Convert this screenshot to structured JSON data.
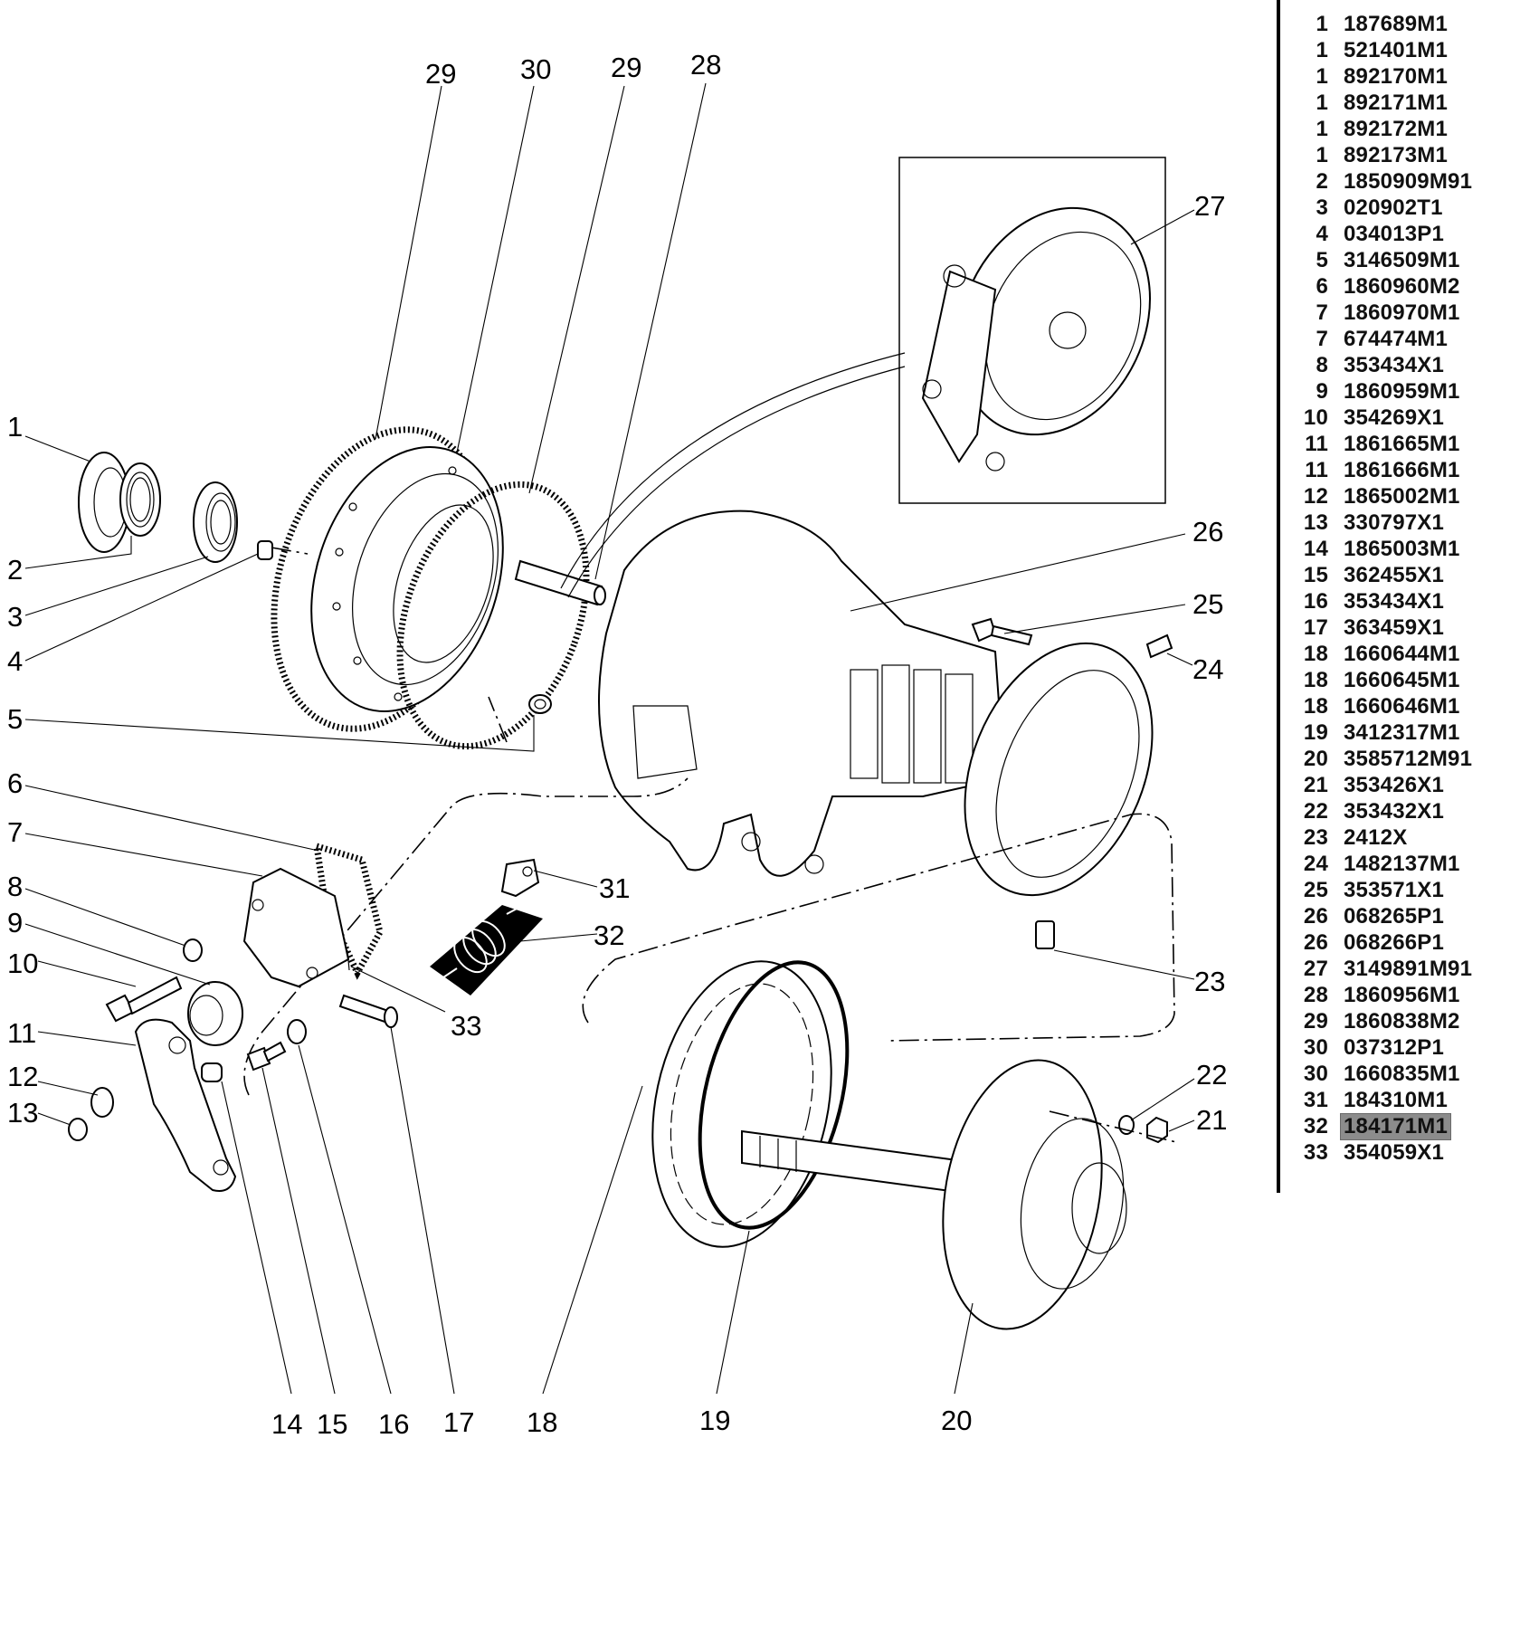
{
  "diagram": {
    "title": "Brake housing / axle assembly exploded view",
    "callouts": [
      {
        "id": "c29a",
        "label": "29"
      },
      {
        "id": "c30a",
        "label": "30"
      },
      {
        "id": "c29b",
        "label": "29"
      },
      {
        "id": "c28",
        "label": "28"
      },
      {
        "id": "c27",
        "label": "27"
      },
      {
        "id": "c26",
        "label": "26"
      },
      {
        "id": "c25",
        "label": "25"
      },
      {
        "id": "c24",
        "label": "24"
      },
      {
        "id": "c23",
        "label": "23"
      },
      {
        "id": "c22",
        "label": "22"
      },
      {
        "id": "c21",
        "label": "21"
      },
      {
        "id": "c1",
        "label": "1"
      },
      {
        "id": "c2",
        "label": "2"
      },
      {
        "id": "c3",
        "label": "3"
      },
      {
        "id": "c4",
        "label": "4"
      },
      {
        "id": "c5",
        "label": "5"
      },
      {
        "id": "c6",
        "label": "6"
      },
      {
        "id": "c7",
        "label": "7"
      },
      {
        "id": "c8",
        "label": "8"
      },
      {
        "id": "c9",
        "label": "9"
      },
      {
        "id": "c10",
        "label": "10"
      },
      {
        "id": "c11",
        "label": "11"
      },
      {
        "id": "c12",
        "label": "12"
      },
      {
        "id": "c13",
        "label": "13"
      },
      {
        "id": "c31",
        "label": "31"
      },
      {
        "id": "c32",
        "label": "32"
      },
      {
        "id": "c33",
        "label": "33"
      },
      {
        "id": "c14",
        "label": "14"
      },
      {
        "id": "c15",
        "label": "15"
      },
      {
        "id": "c16",
        "label": "16"
      },
      {
        "id": "c17",
        "label": "17"
      },
      {
        "id": "c18",
        "label": "18"
      },
      {
        "id": "c19",
        "label": "19"
      },
      {
        "id": "c20",
        "label": "20"
      }
    ]
  },
  "parts_list": {
    "highlight_color": "#8c8c8c",
    "rows": [
      {
        "ref": "1",
        "part": "187689M1"
      },
      {
        "ref": "1",
        "part": "521401M1"
      },
      {
        "ref": "1",
        "part": "892170M1"
      },
      {
        "ref": "1",
        "part": "892171M1"
      },
      {
        "ref": "1",
        "part": "892172M1"
      },
      {
        "ref": "1",
        "part": "892173M1"
      },
      {
        "ref": "2",
        "part": "1850909M91"
      },
      {
        "ref": "3",
        "part": "020902T1"
      },
      {
        "ref": "4",
        "part": "034013P1"
      },
      {
        "ref": "5",
        "part": "3146509M1"
      },
      {
        "ref": "6",
        "part": "1860960M2"
      },
      {
        "ref": "7",
        "part": "1860970M1"
      },
      {
        "ref": "7",
        "part": "674474M1"
      },
      {
        "ref": "8",
        "part": "353434X1"
      },
      {
        "ref": "9",
        "part": "1860959M1"
      },
      {
        "ref": "10",
        "part": "354269X1"
      },
      {
        "ref": "11",
        "part": "1861665M1"
      },
      {
        "ref": "11",
        "part": "1861666M1"
      },
      {
        "ref": "12",
        "part": "1865002M1"
      },
      {
        "ref": "13",
        "part": "330797X1"
      },
      {
        "ref": "14",
        "part": "1865003M1"
      },
      {
        "ref": "15",
        "part": "362455X1"
      },
      {
        "ref": "16",
        "part": "353434X1"
      },
      {
        "ref": "17",
        "part": "363459X1"
      },
      {
        "ref": "18",
        "part": "1660644M1"
      },
      {
        "ref": "18",
        "part": "1660645M1"
      },
      {
        "ref": "18",
        "part": "1660646M1"
      },
      {
        "ref": "19",
        "part": "3412317M1"
      },
      {
        "ref": "20",
        "part": "3585712M91"
      },
      {
        "ref": "21",
        "part": "353426X1"
      },
      {
        "ref": "22",
        "part": "353432X1"
      },
      {
        "ref": "23",
        "part": "2412X"
      },
      {
        "ref": "24",
        "part": "1482137M1"
      },
      {
        "ref": "25",
        "part": "353571X1"
      },
      {
        "ref": "26",
        "part": "068265P1"
      },
      {
        "ref": "26",
        "part": "068266P1"
      },
      {
        "ref": "27",
        "part": "3149891M91"
      },
      {
        "ref": "28",
        "part": "1860956M1"
      },
      {
        "ref": "29",
        "part": "1860838M2"
      },
      {
        "ref": "30",
        "part": "037312P1"
      },
      {
        "ref": "30",
        "part": "1660835M1"
      },
      {
        "ref": "31",
        "part": "184310M1"
      },
      {
        "ref": "32",
        "part": "184171M1",
        "selected": true
      },
      {
        "ref": "33",
        "part": "354059X1"
      }
    ]
  }
}
